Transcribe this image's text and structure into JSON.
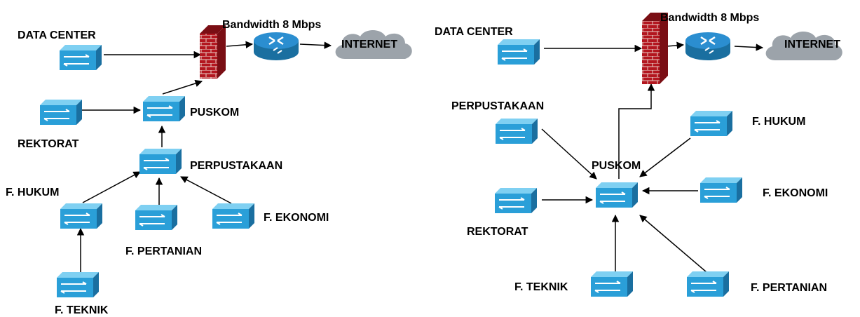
{
  "colors": {
    "switch_front": "#2a9fd8",
    "switch_top": "#7fd0f2",
    "switch_side": "#1a6fa0",
    "firewall": "#b3161f",
    "router": "#2b8ed0",
    "cloud": "#9ca3aa",
    "line": "#000000"
  },
  "left": {
    "bandwidth": "Bandwidth 8 Mbps",
    "internet": "INTERNET",
    "data_center": "DATA CENTER",
    "puskom": "PUSKOM",
    "rektorat": "REKTORAT",
    "perpustakaan": "PERPUSTAKAAN",
    "f_hukum": "F. HUKUM",
    "f_pertanian": "F. PERTANIAN",
    "f_ekonomi": "F. EKONOMI",
    "f_teknik": "F. TEKNIK"
  },
  "right": {
    "bandwidth": "Bandwidth 8 Mbps",
    "internet": "INTERNET",
    "data_center": "DATA CENTER",
    "puskom": "PUSKOM",
    "rektorat": "REKTORAT",
    "perpustakaan": "PERPUSTAKAAN",
    "f_hukum": "F. HUKUM",
    "f_ekonomi": "F. EKONOMI",
    "f_teknik": "F. TEKNIK",
    "f_pertanian": "F. PERTANIAN"
  }
}
